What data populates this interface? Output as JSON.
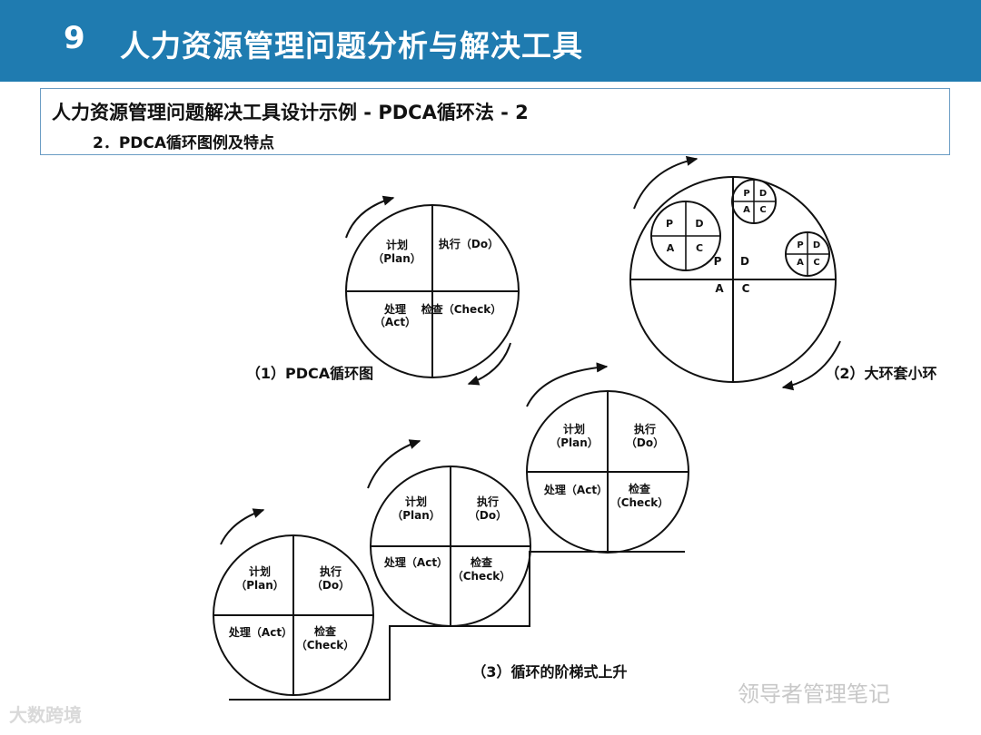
{
  "header": {
    "number": "9",
    "title": "人力资源管理问题分析与解决工具"
  },
  "subtitle": {
    "main": "人力资源管理问题解决工具设计示例 - PDCA循环法 - 2",
    "sub": "2．PDCA循环图例及特点"
  },
  "quadrants": {
    "plan_1": "计划",
    "plan_2": "（Plan）",
    "do_1": "执行（Do）",
    "do_2": "执行",
    "do_3": "（Do）",
    "act_1": "处理",
    "act_2": "（Act）",
    "act_3": "处理（Act）",
    "check_1": "检查（Check）",
    "check_2": "检查",
    "check_3": "（Check）"
  },
  "letters": {
    "p": "P",
    "d": "D",
    "a": "A",
    "c": "C"
  },
  "captions": {
    "fig1": "（1）PDCA循环图",
    "fig2": "（2）大环套小环",
    "fig3": "（3）循环的阶梯式上升"
  },
  "watermarks": {
    "left": "大数跨境",
    "right": "领导者管理笔记"
  }
}
